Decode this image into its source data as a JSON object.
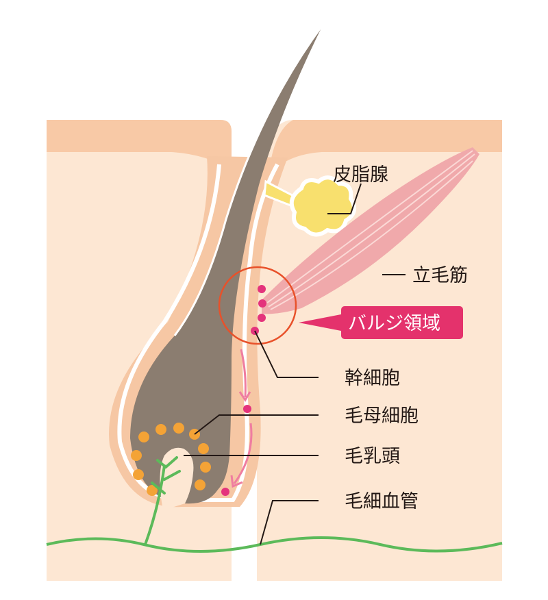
{
  "labels": {
    "sebaceous_gland": "皮脂腺",
    "arrector_muscle": "立毛筋",
    "bulge_region": "バルジ領域",
    "stem_cell": "幹細胞",
    "matrix_cell": "毛母細胞",
    "dermal_papilla": "毛乳頭",
    "capillary": "毛細血管"
  },
  "colors": {
    "skin_surface": "#f8c9a6",
    "dermis": "#fde7d3",
    "hair": "#8b7d70",
    "sheath": "#f6c7a4",
    "sebaceous": "#f8e06e",
    "muscle": "#f0a9ab",
    "bulge_circle": "#e8512a",
    "bulge_badge": "#e4326c",
    "stem_dot": "#e4337c",
    "matrix_dot": "#f4a336",
    "vessel": "#5cba5a",
    "leader": "#231815"
  }
}
